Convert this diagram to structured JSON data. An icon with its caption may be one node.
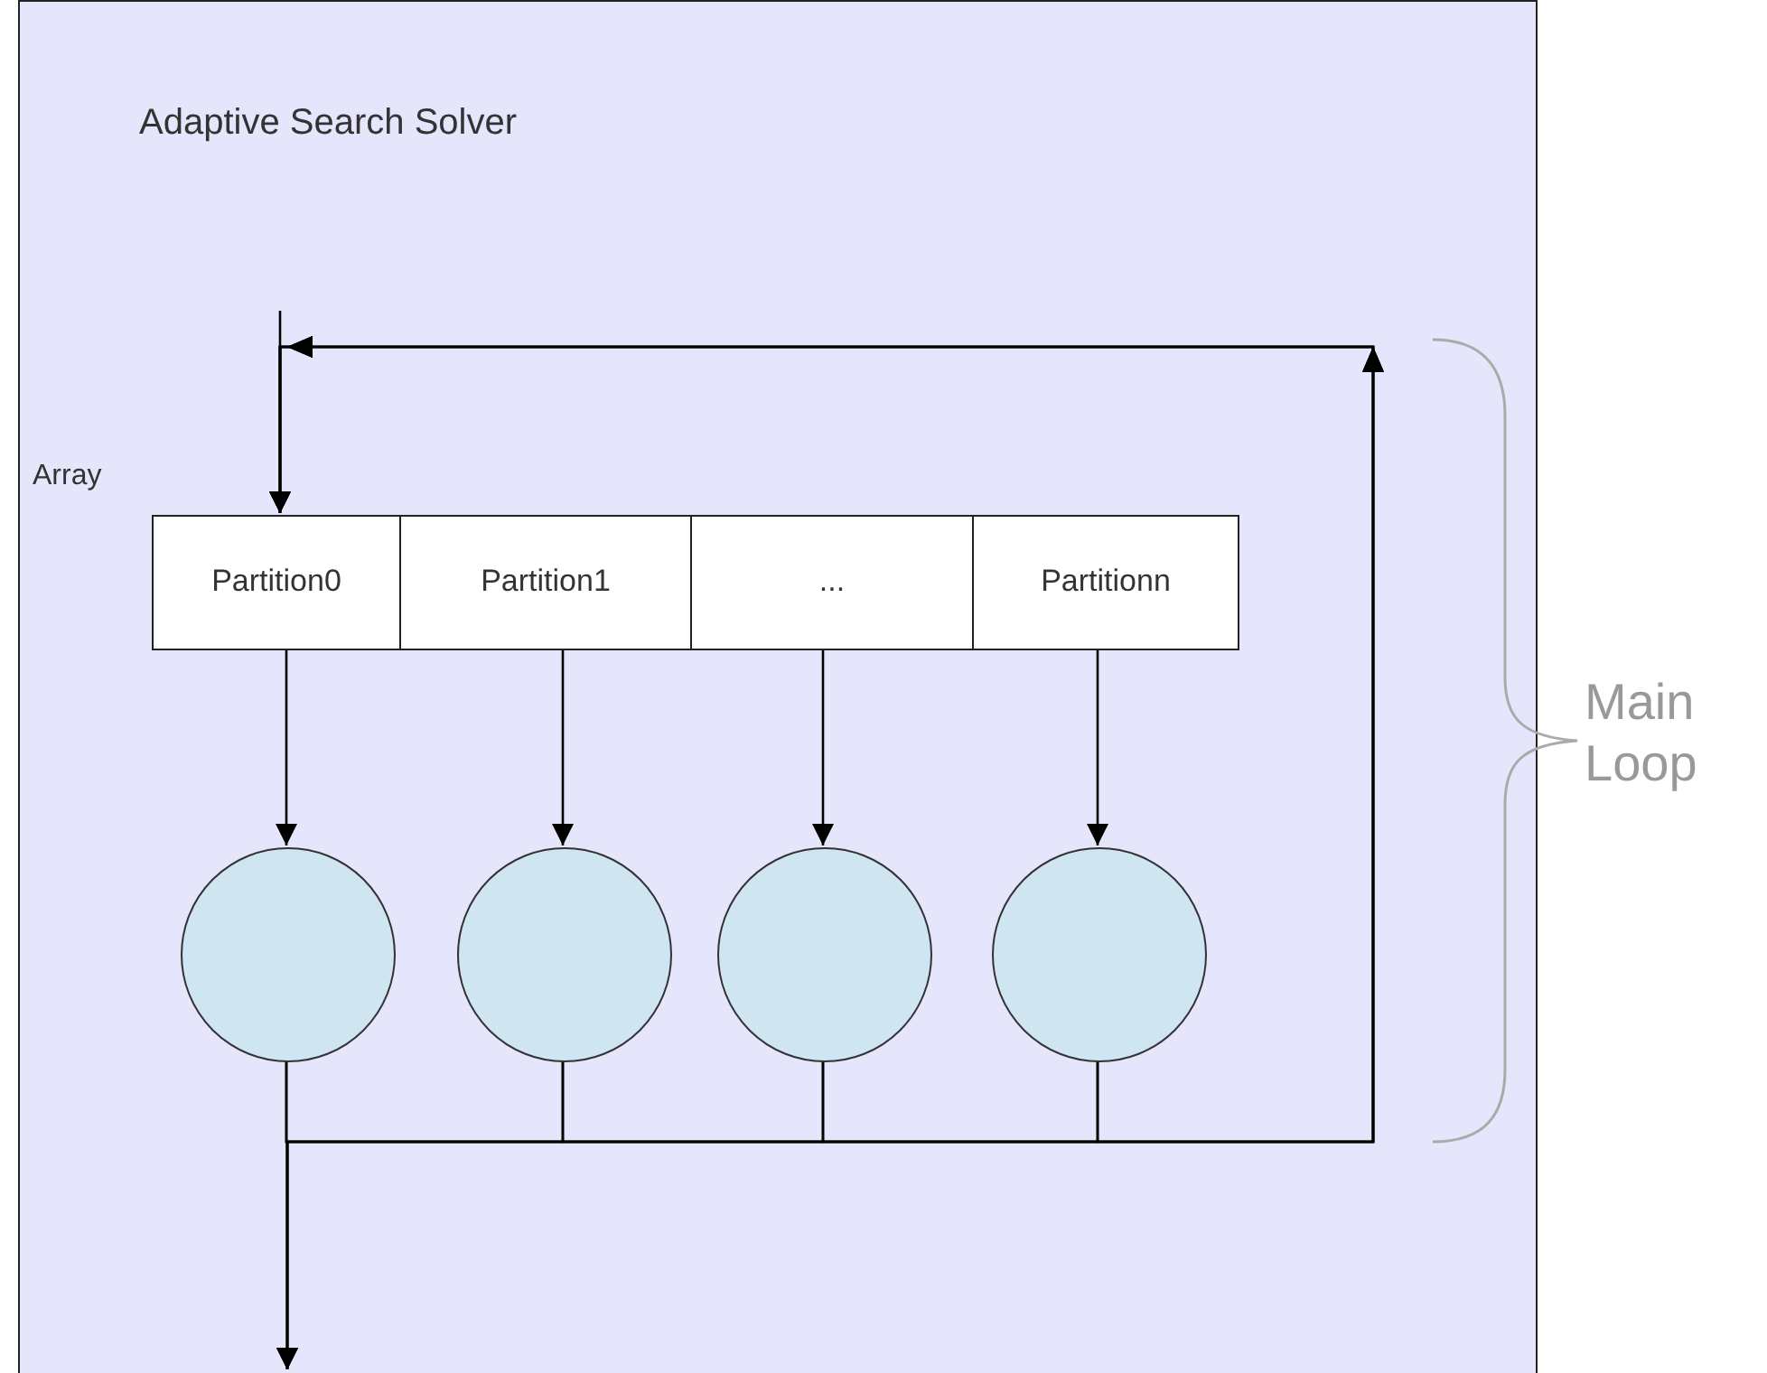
{
  "diagram": {
    "nodes": [
      {
        "text": [
          "Adaptive Search Solver"
        ]
      },
      {
        "text": [
          "Array"
        ],
        "in": 0
      },
      {
        "text": [
          "Partition0"
        ],
        "in": 1
      },
      {
        "text": [
          "Partition1"
        ],
        "in": 1
      },
      {
        "text": [
          "..."
        ],
        "in": 1
      },
      {
        "text": [
          "Partitionn"
        ],
        "in": 1
      },
      {
        "text": [],
        "shape": "circle",
        "in": 0
      },
      {
        "text": [],
        "shape": "circle",
        "in": 0
      },
      {
        "text": [],
        "shape": "circle",
        "in": 0
      },
      {
        "text": [],
        "shape": "circle",
        "in": 0
      }
    ],
    "edges": [
      {
        "from": null,
        "to": 1,
        "arrow": "to"
      },
      {
        "from": 2,
        "to": 6,
        "arrow": "to"
      },
      {
        "from": 3,
        "to": 7,
        "arrow": "to"
      },
      {
        "from": 4,
        "to": 8,
        "arrow": "to"
      },
      {
        "from": 5,
        "to": 9,
        "arrow": "to"
      },
      {
        "from": 6,
        "to": 1,
        "arrow": "to"
      },
      {
        "from": 7,
        "to": 1,
        "arrow": "to"
      },
      {
        "from": 8,
        "to": 1,
        "arrow": "to"
      },
      {
        "from": 9,
        "to": 1,
        "arrow": "to"
      },
      {
        "from": 6,
        "to": null,
        "arrow": "to"
      },
      {
        "from": 7,
        "to": null,
        "arrow": "to"
      },
      {
        "from": 8,
        "to": null,
        "arrow": "to"
      },
      {
        "from": 9,
        "to": null,
        "arrow": "to"
      }
    ],
    "labels": [
      "Main Loop"
    ]
  }
}
